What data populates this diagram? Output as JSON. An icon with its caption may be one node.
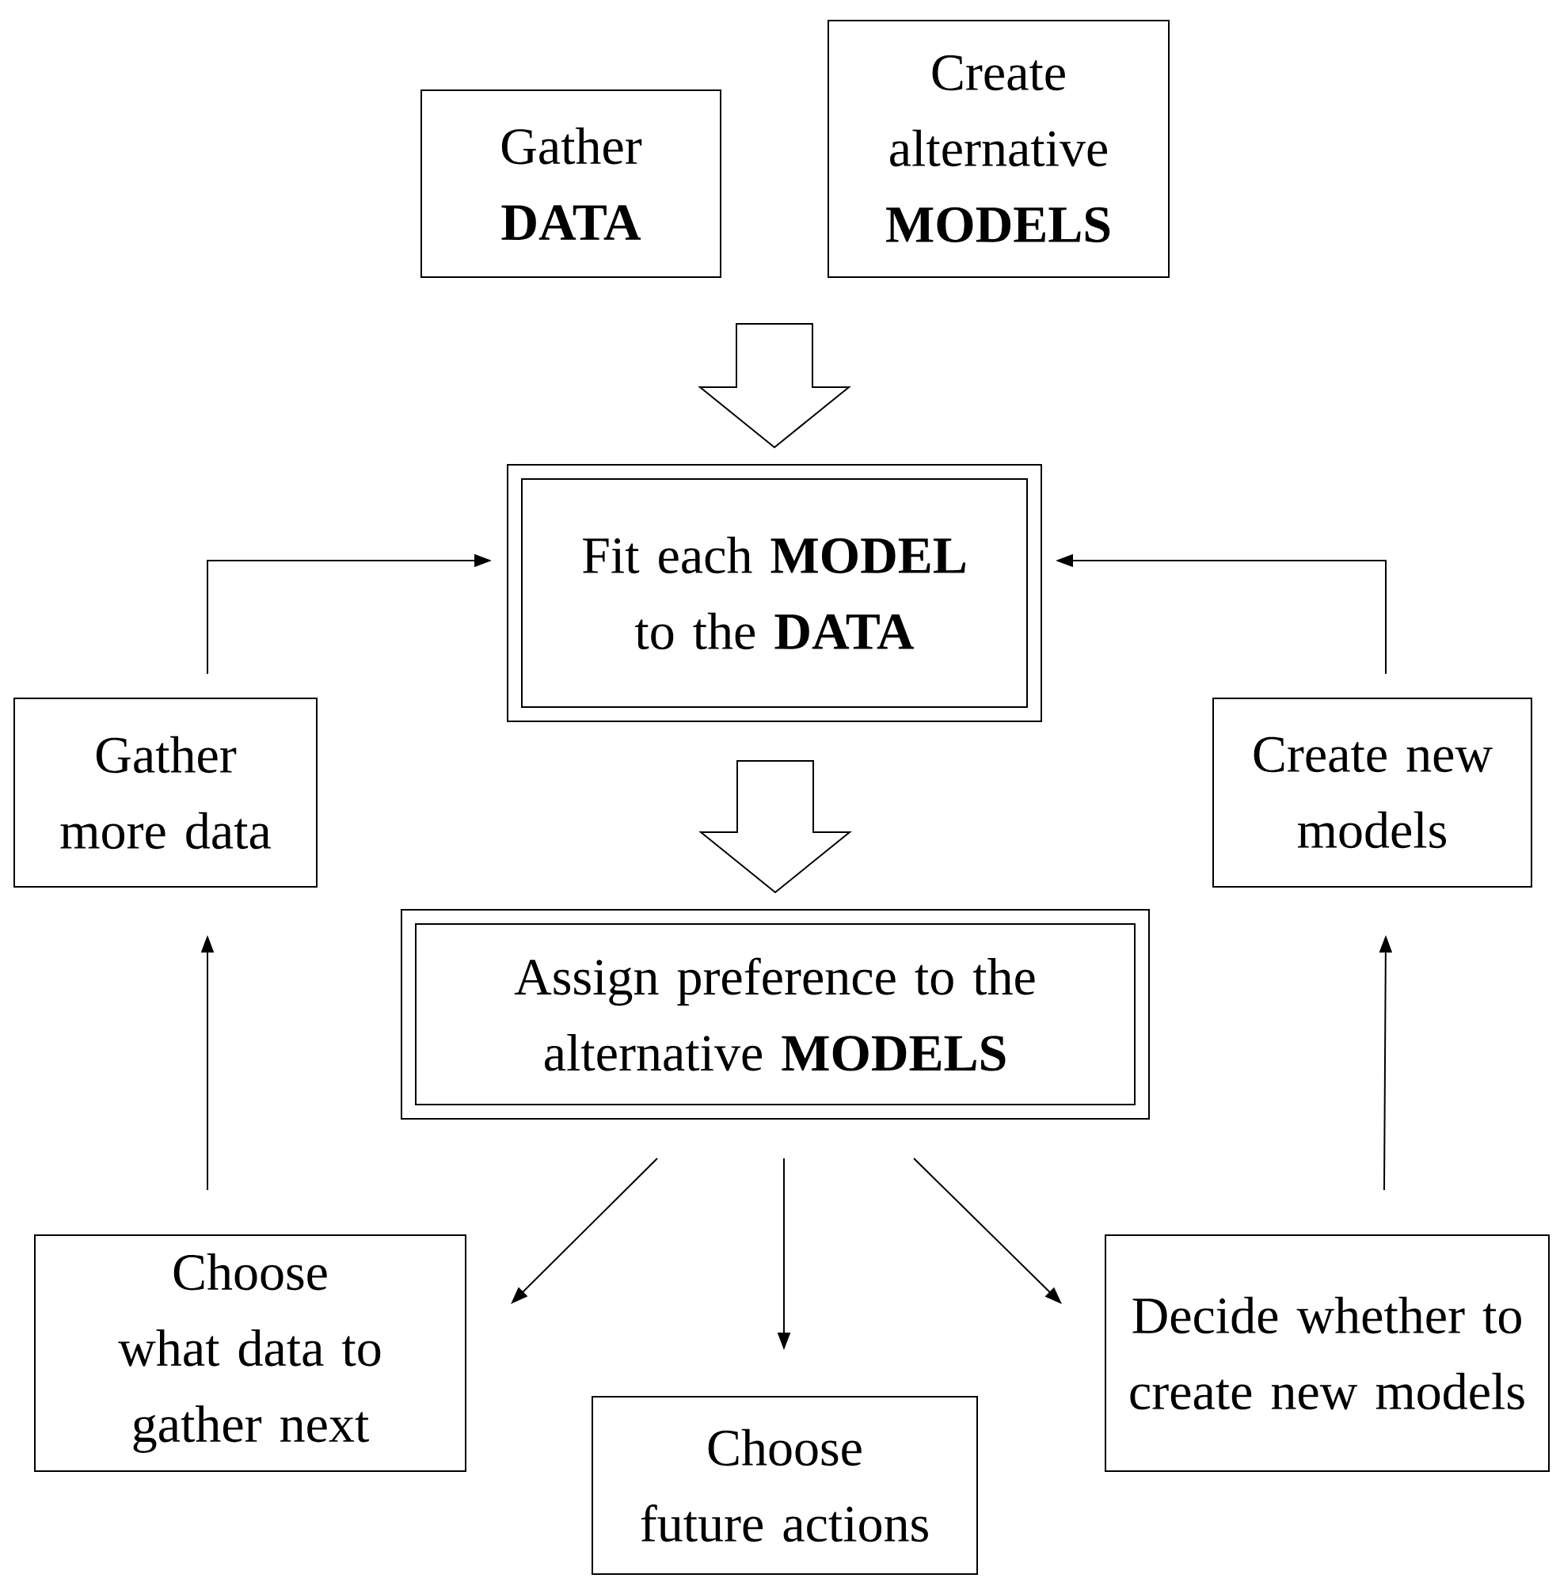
{
  "diagram": {
    "nodes": [
      {
        "text": [
          "Gather **DATA**"
        ]
      },
      {
        "text": [
          "Create alternative **MODELS**"
        ]
      },
      {
        "text": [
          "Fit each **MODEL** to the **DATA**"
        ]
      },
      {
        "text": [
          "Gather more data"
        ]
      },
      {
        "text": [
          "Create new models"
        ]
      },
      {
        "text": [
          "Assign preference to the alternative **MODELS**"
        ]
      },
      {
        "text": [
          "Choose what data to gather next"
        ]
      },
      {
        "text": [
          "Choose future actions"
        ]
      },
      {
        "text": [
          "Decide whether to create new models"
        ]
      }
    ],
    "edges": [
      {
        "from": 0,
        "to": 2,
        "arrow": "to",
        "style": "thick"
      },
      {
        "from": 1,
        "to": 2,
        "arrow": "to",
        "style": "thick"
      },
      {
        "from": 2,
        "to": 5,
        "arrow": "to",
        "style": "thick"
      },
      {
        "from": 5,
        "to": 6,
        "arrow": "to"
      },
      {
        "from": 5,
        "to": 7,
        "arrow": "to"
      },
      {
        "from": 5,
        "to": 8,
        "arrow": "to"
      },
      {
        "from": 6,
        "to": 3,
        "arrow": "to"
      },
      {
        "from": 8,
        "to": 4,
        "arrow": "to"
      },
      {
        "from": 3,
        "to": 2,
        "arrow": "to"
      },
      {
        "from": 4,
        "to": 2,
        "arrow": "to"
      }
    ]
  }
}
